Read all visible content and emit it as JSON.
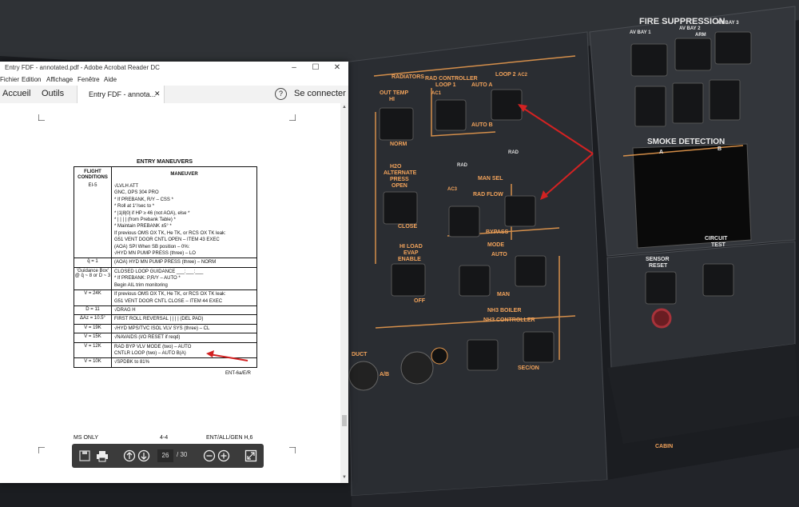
{
  "window": {
    "title": "Entry FDF - annotated.pdf - Adobe Acrobat Reader DC",
    "minimize": "–",
    "maximize": "☐",
    "close": "✕"
  },
  "menu": [
    "Fichier",
    "Edition",
    "Affichage",
    "Fenêtre",
    "Aide"
  ],
  "tabs": {
    "home": "Accueil",
    "tools": "Outils",
    "document": "Entry FDF - annota...",
    "document_close": "✕",
    "help": "?",
    "signin": "Se connecter"
  },
  "procedure": {
    "title": "ENTRY MANEUVERS",
    "col_conditions": "FLIGHT CONDITIONS",
    "col_maneuver": "MANEUVER",
    "rows": [
      {
        "cond": "EI-5",
        "lines": [
          "√LVLH ATT",
          "GNC, OPS 304 PRO",
          "* If PREBANK, R/Y – CSS *",
          "* Roll at 1°/sec to *",
          "* |1|8|0| if HP ≥ 46 (not AOA), else *",
          "* | | | | (from Prebank Table) *",
          "* Maintain PREBANK ±5° *",
          "If previous OMS OX TK, He TK, or RCS OX TK leak:",
          "G51 VENT DOOR CNTL OPEN – ITEM 43 EXEC",
          "(AOA) SPI When SB position – 0%:",
          "√HYD MN PUMP PRESS (three) – LO"
        ]
      },
      {
        "cond": "q̄ = 1",
        "lines": [
          "(AOA) HYD MN PUMP PRESS (three) – NORM"
        ]
      },
      {
        "cond": "'Guidance Box' @ q̄ ~ 8 or D ~ 3",
        "lines": [
          "CLOSED LOOP GUIDANCE ___:___:___",
          "* If PREBANK: P,R/Y – AUTO *",
          "Begin AIL trim monitoring"
        ]
      },
      {
        "cond": "V = 24K",
        "lines": [
          "If previous OMS OX TK, He TK, or RCS OX TK leak:",
          "G51 VENT DOOR CNTL CLOSE – ITEM 44 EXEC"
        ]
      },
      {
        "cond": "D = 11",
        "lines": [
          "√DRAG H"
        ]
      },
      {
        "cond": "ΔAz = 10.5°",
        "lines": [
          "FIRST ROLL REVERSAL | | | | (DEL PAD)"
        ]
      },
      {
        "cond": "V = 19K",
        "lines": [
          "√HYD MPS/TVC ISOL VLV SYS (three) – CL"
        ]
      },
      {
        "cond": "V = 15K",
        "lines": [
          "√NAVAIDS (I/O RESET if reqd)"
        ]
      },
      {
        "cond": "V = 12K",
        "lines": [
          "RAD BYP VLV MODE (two) – AUTO",
          "CNTLR LOOP (two) – AUTO B(A)"
        ]
      },
      {
        "cond": "V = 10K",
        "lines": [
          "√SPDBK to 81%"
        ]
      }
    ],
    "code": "ENT-6a/E/R",
    "footer_left": "MS ONLY",
    "footer_mid": "4-4",
    "footer_right": "ENT/ALL/GEN H,6"
  },
  "toolbar": {
    "current_page": "26",
    "total_pages": "/ 30"
  },
  "panel_labels": {
    "fire": "FIRE SUPPRESSION",
    "avbay1": "AV BAY 1",
    "avbay2": "AV BAY 2",
    "avbay3": "AV BAY 3",
    "arm": "ARM",
    "smoke": "SMOKE DETECTION",
    "a": "A",
    "b": "B",
    "radiators": "RADIATORS",
    "radctl": "RAD CONTROLLER",
    "loop1": "LOOP 1",
    "loop2": "LOOP 2",
    "autoa": "AUTO A",
    "autob": "AUTO B",
    "outtemp": "OUT TEMP",
    "hi": "HI",
    "norm": "NORM",
    "h2o": "H2O",
    "altpress": "ALTERNATE",
    "press": "PRESS",
    "open": "OPEN",
    "closeL": "CLOSE",
    "mansel": "MAN SEL",
    "radflow": "RAD FLOW",
    "bypass": "BYPASS",
    "mode": "MODE",
    "auto": "AUTO",
    "man": "MAN",
    "hiload": "HI LOAD",
    "evap": "EVAP",
    "enable": "ENABLE",
    "off": "OFF",
    "nh3": "NH3 BOILER",
    "nh3ctl": "NH3 CONTROLLER",
    "sensor": "SENSOR",
    "reset": "RESET",
    "circuit": "CIRCUIT",
    "test": "TEST",
    "ac1": "AC1",
    "ac2": "AC2",
    "ac3": "AC3",
    "rad": "RAD",
    "secon": "SEC/ON",
    "cabin": "CABIN",
    "duct": "DUCT",
    "ab": "A/B"
  },
  "colors": {
    "panel": "#2b2e33",
    "panel_dark": "#1a1c20",
    "lit_text": "#f2a35b",
    "annotation": "#d32222",
    "toolbar": "#3b3b3b"
  }
}
